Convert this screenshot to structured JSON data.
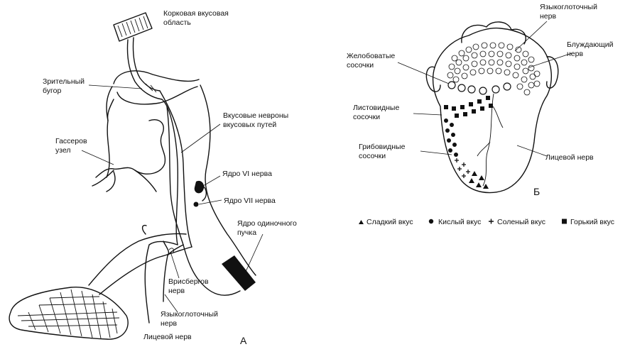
{
  "figure_a": {
    "panel_letter": "А",
    "labels": {
      "cortical_area_line1": "Корковая вкусовая",
      "cortical_area_line2": "область",
      "thalamus_line1": "Зрительный",
      "thalamus_line2": "бугор",
      "taste_neurons_line1": "Вкусовые невроны",
      "taste_neurons_line2": "вкусовых путей",
      "gasserian_line1": "Гассеров",
      "gasserian_line2": "узел",
      "nucleus_vi": "Ядро VI нерва",
      "nucleus_vii": "Ядро VII нерва",
      "solitary_line1": "Ядро одиночного",
      "solitary_line2": "пучка",
      "wrisberg_line1": "Врисбергов",
      "wrisberg_line2": "нерв",
      "glossopharyngeal_line1": "Языкоглоточный",
      "glossopharyngeal_line2": "нерв",
      "facial_nerve": "Лицевой нерв"
    }
  },
  "figure_b": {
    "panel_letter": "Б",
    "labels": {
      "glossopharyngeal_line1": "Языкоглоточный",
      "glossopharyngeal_line2": "нерв",
      "vagus_line1": "Блуждающий",
      "vagus_line2": "нерв",
      "circumvallate_line1": "Желобоватые",
      "circumvallate_line2": "сосочки",
      "foliate_line1": "Листовидные",
      "foliate_line2": "сосочки",
      "fungiform_line1": "Грибовидные",
      "fungiform_line2": "сосочки",
      "facial_nerve": "Лицевой нерв"
    }
  },
  "legend": [
    {
      "symbol": "▲",
      "icon": "triangle-icon",
      "label": "Сладкий вкус"
    },
    {
      "symbol": "●",
      "icon": "circle-icon",
      "label": "Кислый вкус"
    },
    {
      "symbol": "+",
      "icon": "plus-icon",
      "label": "Соленый вкус"
    },
    {
      "symbol": "■",
      "icon": "square-icon",
      "label": "Горький вкус"
    }
  ]
}
